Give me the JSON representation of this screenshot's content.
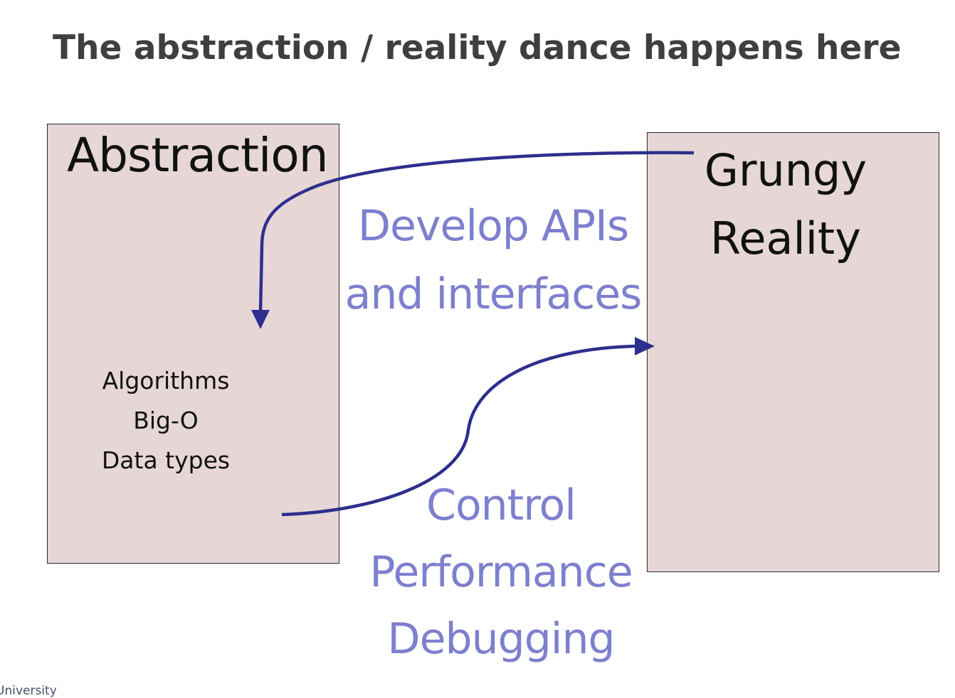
{
  "slide": {
    "title": "The abstraction / reality dance happens here",
    "abstraction_box": {
      "heading": "Abstraction",
      "topics": [
        "Algorithms",
        "Big-O",
        "Data types"
      ]
    },
    "reality_box": {
      "heading_lines": [
        "Grungy",
        "Reality"
      ]
    },
    "top_arrow_label": [
      "Develop APIs",
      "and interfaces"
    ],
    "bottom_arrow_label": [
      "Control",
      "Performance",
      "Debugging"
    ],
    "footer_text": "University",
    "colors": {
      "box_fill": "#e6d7d6",
      "arrow": "#2e2f8c",
      "label": "#7e7fce",
      "title": "#3f3f3f"
    }
  }
}
